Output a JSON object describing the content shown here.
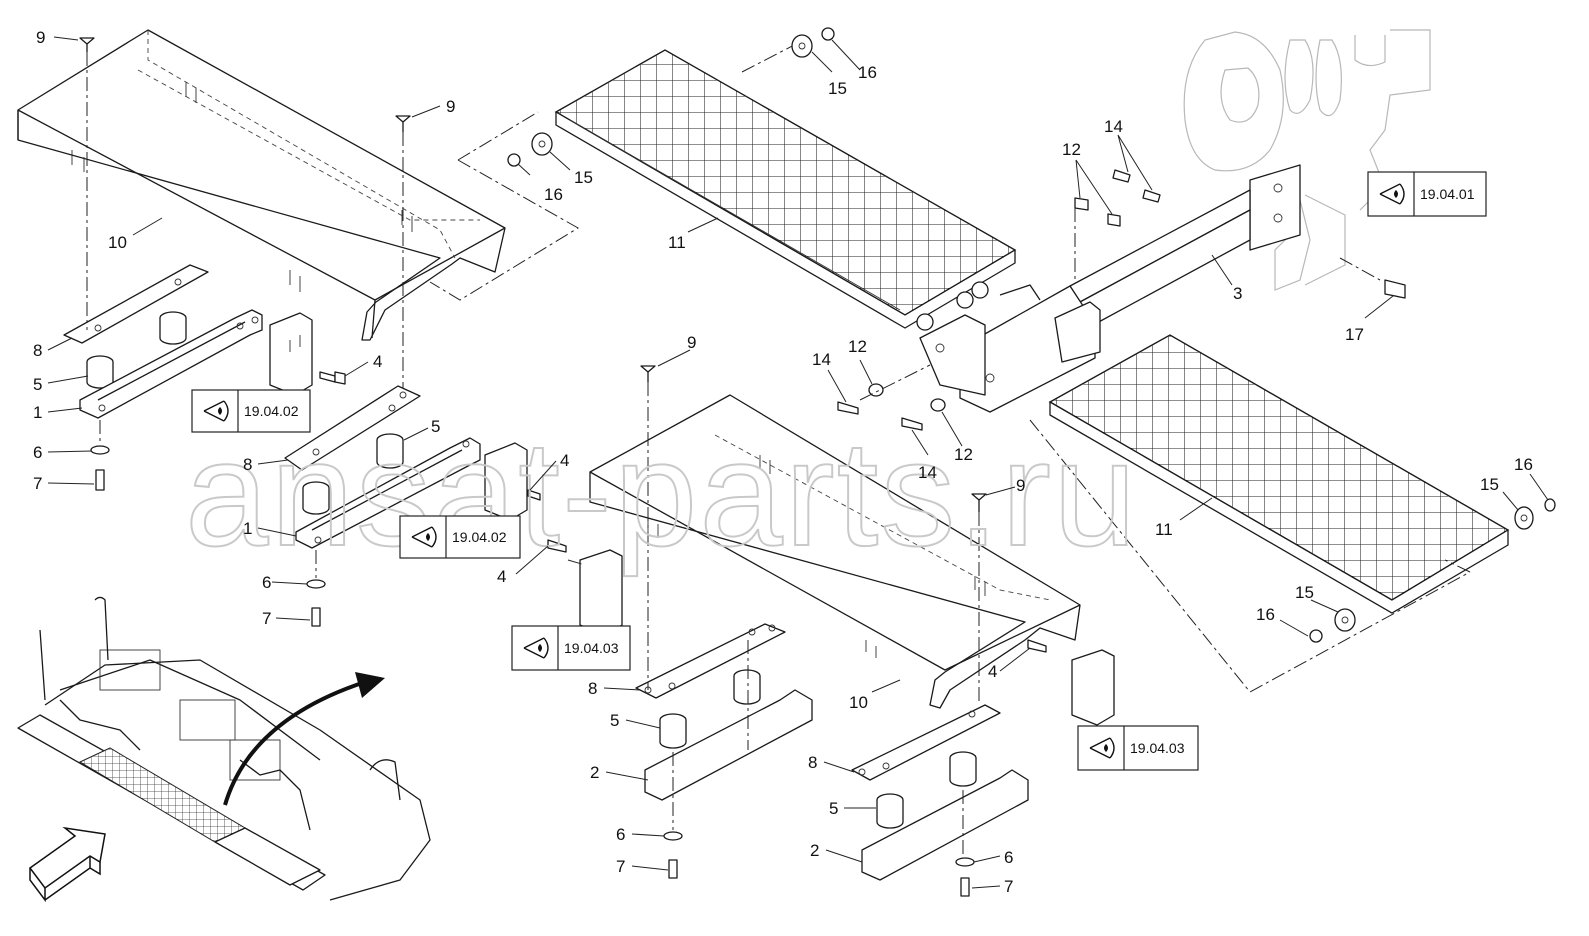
{
  "watermark": "ansat-parts.ru",
  "callouts": [
    {
      "id": "c1",
      "text": "9"
    },
    {
      "id": "c2",
      "text": "9"
    },
    {
      "id": "c3",
      "text": "10"
    },
    {
      "id": "c4",
      "text": "8"
    },
    {
      "id": "c5",
      "text": "5"
    },
    {
      "id": "c6",
      "text": "1"
    },
    {
      "id": "c7",
      "text": "6"
    },
    {
      "id": "c8",
      "text": "7"
    },
    {
      "id": "c9",
      "text": "4"
    },
    {
      "id": "c10",
      "text": "5"
    },
    {
      "id": "c11",
      "text": "8"
    },
    {
      "id": "c12",
      "text": "4"
    },
    {
      "id": "c13",
      "text": "1"
    },
    {
      "id": "c14",
      "text": "6"
    },
    {
      "id": "c15",
      "text": "7"
    },
    {
      "id": "c16",
      "text": "15"
    },
    {
      "id": "c17",
      "text": "16"
    },
    {
      "id": "c18",
      "text": "16"
    },
    {
      "id": "c19",
      "text": "15"
    },
    {
      "id": "c20",
      "text": "11"
    },
    {
      "id": "c21",
      "text": "14"
    },
    {
      "id": "c22",
      "text": "12"
    },
    {
      "id": "c23",
      "text": "3"
    },
    {
      "id": "c24",
      "text": "17"
    },
    {
      "id": "c25",
      "text": "9"
    },
    {
      "id": "c26",
      "text": "14"
    },
    {
      "id": "c27",
      "text": "12"
    },
    {
      "id": "c28",
      "text": "14"
    },
    {
      "id": "c29",
      "text": "12"
    },
    {
      "id": "c30",
      "text": "9"
    },
    {
      "id": "c31",
      "text": "4"
    },
    {
      "id": "c32",
      "text": "11"
    },
    {
      "id": "c33",
      "text": "15"
    },
    {
      "id": "c34",
      "text": "16"
    },
    {
      "id": "c35",
      "text": "15"
    },
    {
      "id": "c36",
      "text": "16"
    },
    {
      "id": "c37",
      "text": "8"
    },
    {
      "id": "c38",
      "text": "5"
    },
    {
      "id": "c39",
      "text": "2"
    },
    {
      "id": "c40",
      "text": "6"
    },
    {
      "id": "c41",
      "text": "7"
    },
    {
      "id": "c42",
      "text": "10"
    },
    {
      "id": "c43",
      "text": "4"
    },
    {
      "id": "c44",
      "text": "8"
    },
    {
      "id": "c45",
      "text": "5"
    },
    {
      "id": "c46",
      "text": "2"
    },
    {
      "id": "c47",
      "text": "6"
    },
    {
      "id": "c48",
      "text": "7"
    }
  ],
  "references": [
    {
      "id": "r1",
      "text": "19.04.02",
      "icon": "eye-icon"
    },
    {
      "id": "r2",
      "text": "19.04.02",
      "icon": "eye-icon"
    },
    {
      "id": "r3",
      "text": "19.04.01",
      "icon": "eye-icon"
    },
    {
      "id": "r4",
      "text": "19.04.03",
      "icon": "eye-icon"
    },
    {
      "id": "r5",
      "text": "19.04.03",
      "icon": "eye-icon"
    }
  ]
}
